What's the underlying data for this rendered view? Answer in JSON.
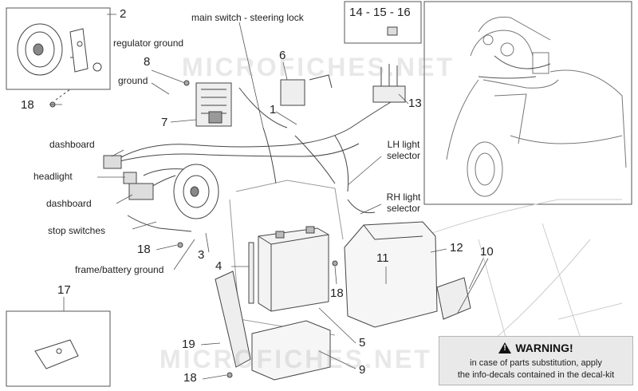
{
  "labels": {
    "main_switch": "main switch - steering lock",
    "regulator_ground": "regulator ground",
    "ground": "ground",
    "dashboard_top": "dashboard",
    "headlight": "headlight",
    "dashboard_bottom": "dashboard",
    "stop_switches": "stop switches",
    "frame_battery_ground": "frame/battery ground",
    "lh_light_selector": "LH light\nselector",
    "rh_light_selector": "RH light\nselector",
    "fuse_set": "14 - 15 - 16"
  },
  "part_numbers": {
    "n2": "2",
    "n8": "8",
    "n18a": "18",
    "n7": "7",
    "n6": "6",
    "n1": "1",
    "n13": "13",
    "n3": "3",
    "n4": "4",
    "n18b": "18",
    "n11": "11",
    "n12": "12",
    "n10": "10",
    "n18c": "18",
    "n17": "17",
    "n19": "19",
    "n5": "5",
    "n9": "9",
    "n18d": "18"
  },
  "warning": {
    "title": "WARNING!",
    "line1": "in case of parts substitution, apply",
    "line2": "the info-decals contained in the decal-kit"
  },
  "watermark": "MICROFICHES.NET"
}
